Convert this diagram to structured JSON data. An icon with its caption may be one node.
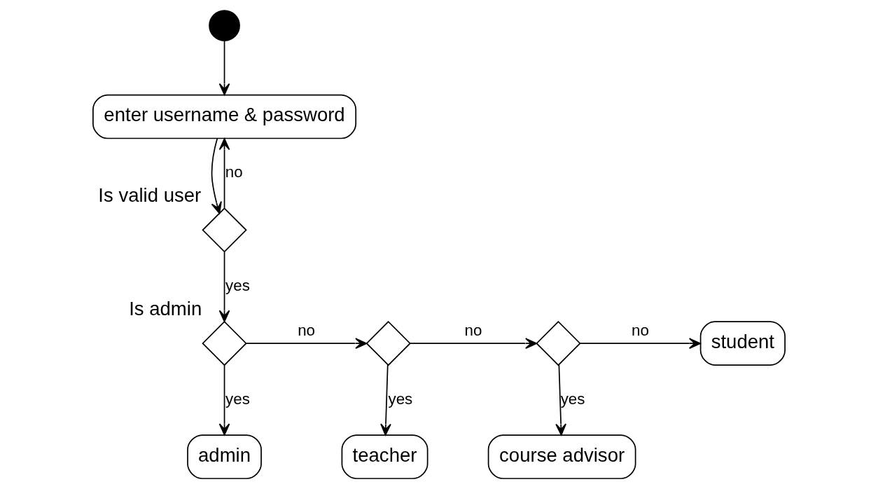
{
  "diagram": {
    "nodes": [
      {
        "text": [],
        "shape": "circle"
      },
      {
        "text": [
          "enter username & password"
        ]
      },
      {
        "text": [],
        "shape": "diamond",
        "beside": [
          "Is valid user"
        ]
      },
      {
        "text": [],
        "shape": "diamond",
        "beside": [
          "Is admin"
        ]
      },
      {
        "text": [],
        "shape": "diamond"
      },
      {
        "text": [],
        "shape": "diamond"
      },
      {
        "text": [
          "student"
        ]
      },
      {
        "text": [
          "admin"
        ]
      },
      {
        "text": [
          "teacher"
        ]
      },
      {
        "text": [
          "course advisor"
        ]
      }
    ],
    "edges": [
      {
        "from": 0,
        "to": 1,
        "arrow": "to"
      },
      {
        "from": 1,
        "to": 2,
        "arrow": "to"
      },
      {
        "from": 2,
        "to": 1,
        "arrow": "to",
        "label": "no"
      },
      {
        "from": 2,
        "to": 3,
        "arrow": "to",
        "label": "yes"
      },
      {
        "from": 3,
        "to": 4,
        "arrow": "to",
        "label": "no"
      },
      {
        "from": 4,
        "to": 5,
        "arrow": "to",
        "label": "no"
      },
      {
        "from": 5,
        "to": 6,
        "arrow": "to",
        "label": "no"
      },
      {
        "from": 3,
        "to": 7,
        "arrow": "to",
        "label": "yes"
      },
      {
        "from": 4,
        "to": 8,
        "arrow": "to",
        "label": "yes"
      },
      {
        "from": 5,
        "to": 9,
        "arrow": "to",
        "label": "yes"
      }
    ]
  }
}
